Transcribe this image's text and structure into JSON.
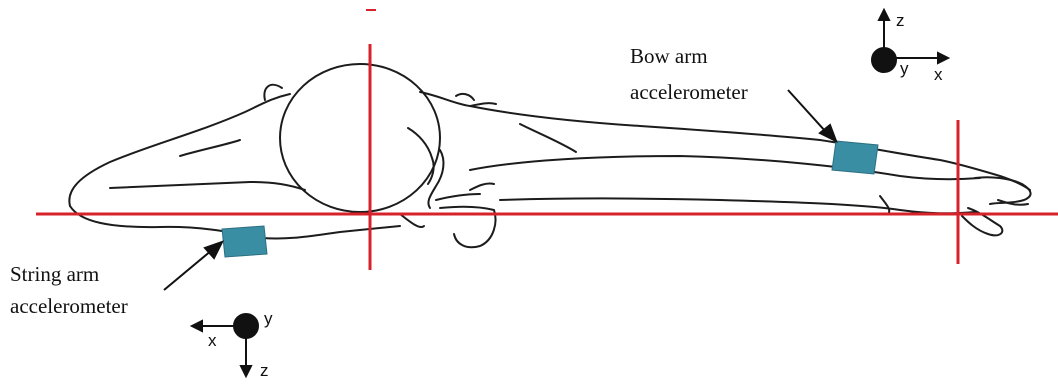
{
  "labels": {
    "bow_arm_line1": "Bow arm",
    "bow_arm_line2": "accelerometer",
    "string_arm_line1": "String arm",
    "string_arm_line2": "accelerometer"
  },
  "axes_top_right": {
    "up": "z",
    "out": "y",
    "right": "x"
  },
  "axes_bottom_left": {
    "out": "y",
    "left": "x",
    "down": "z"
  },
  "colors": {
    "reference_lines": "#d7212b",
    "sensor": "#3a8ea4",
    "outline": "#1c1c1c",
    "text": "#111111"
  }
}
